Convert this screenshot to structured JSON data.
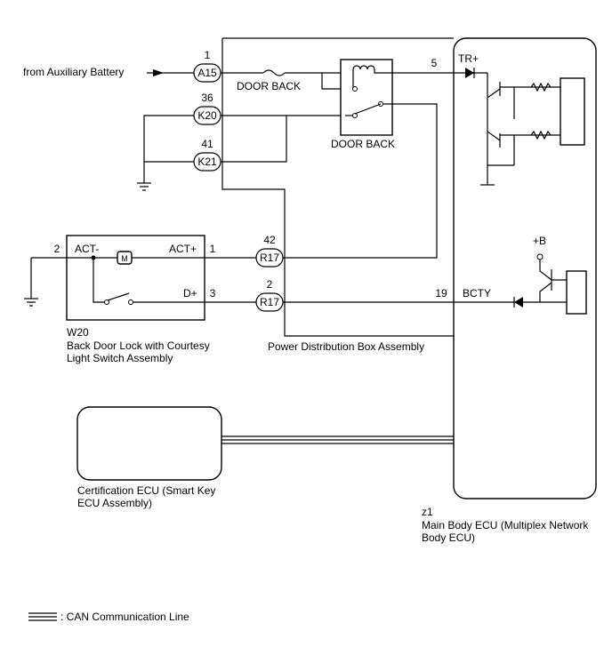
{
  "labels": {
    "from_aux_battery": "from Auxiliary Battery",
    "door_back_fuse": "DOOR BACK",
    "door_back_relay": "DOOR BACK",
    "pdb_assembly": "Power Distribution Box Assembly",
    "act_minus": "ACT-",
    "act_plus": "ACT+",
    "d_plus": "D+",
    "w20_code": "W20",
    "w20_line1": "Back Door Lock with Courtesy",
    "w20_line2": "Light Switch Assembly",
    "cert_line1": "Certification ECU (Smart Key",
    "cert_line2": "ECU Assembly)",
    "z1_code": "z1",
    "main_line1": "Main Body ECU (Multiplex Network",
    "main_line2": "Body ECU)",
    "tr_plus": "TR+",
    "bcty": "BCTY",
    "plus_b": "+B",
    "legend": ": CAN Communication Line"
  },
  "connectors": {
    "a15": "A15",
    "k20": "K20",
    "k21": "K21",
    "r17a": "R17",
    "r17b": "R17"
  },
  "pins": {
    "a15": "1",
    "k20": "36",
    "k21": "41",
    "r17a": "42",
    "r17b": "2",
    "tr_plus": "5",
    "bcty": "19",
    "w20_act_minus": "2",
    "w20_act_plus": "1",
    "w20_d_plus": "3"
  }
}
